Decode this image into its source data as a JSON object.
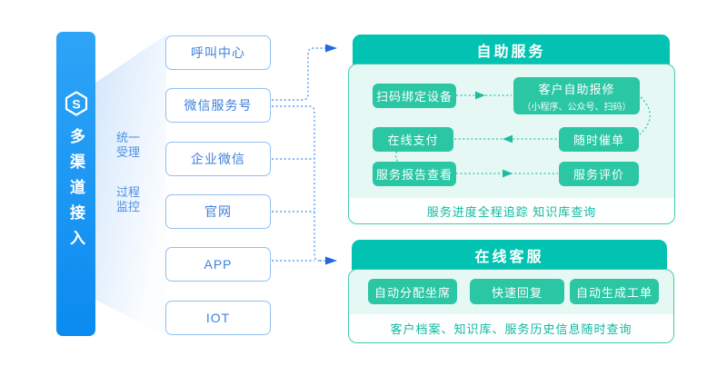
{
  "left_bar": {
    "logo_letter": "S",
    "title": "多渠道接入"
  },
  "process_labels": [
    {
      "line1": "统一",
      "line2": "受理"
    },
    {
      "line1": "过程",
      "line2": "监控"
    }
  ],
  "channels": [
    "呼叫中心",
    "微信服务号",
    "企业微信",
    "官网",
    "APP",
    "IOT"
  ],
  "self_service": {
    "title": "自助服务",
    "scan_bind": "扫码绑定设备",
    "self_repair": "客户自助报修",
    "self_repair_sub": "（小程序、公众号、扫码）",
    "online_pay": "在线支付",
    "urge_order": "随时催单",
    "report_view": "服务报告查看",
    "evaluation": "服务评价",
    "footer": "服务进度全程追踪  知识库查询"
  },
  "online_service": {
    "title": "在线客服",
    "buttons": [
      "自动分配坐席",
      "快速回复",
      "自动生成工单"
    ],
    "footer": "客户档案、知识库、服务历史信息随时查询"
  },
  "colors": {
    "bar_blue": "#0f90f2",
    "blue_text": "#3e7fdd",
    "box_border": "#94c0f0",
    "arrow_blue": "#2468e0",
    "teal_header": "#02c3b1",
    "teal_button": "#2bc6a3",
    "panel_bg": "#e6f8f4",
    "teal_text": "#12b8a0"
  }
}
